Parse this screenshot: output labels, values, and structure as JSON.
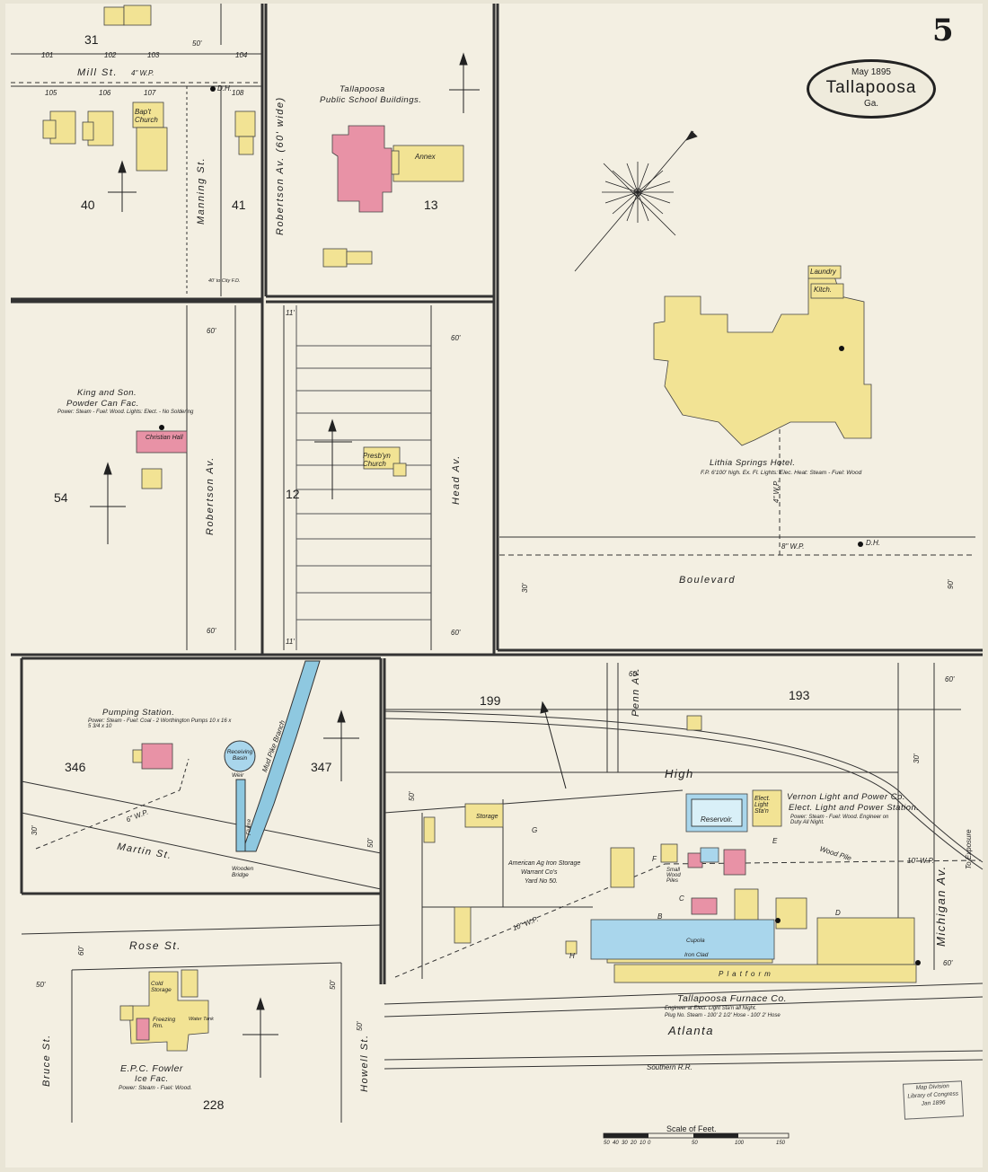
{
  "sheet": {
    "page_number": "5",
    "date": "May 1895",
    "city": "Tallapoosa",
    "state": "Ga.",
    "scale_title": "Scale of Feet.",
    "scale_ticks": [
      "50",
      "40",
      "30",
      "20",
      "10",
      "0",
      "50",
      "100",
      "150"
    ],
    "stamp": [
      "Map Division",
      "Library of Congress",
      "Jan 1896"
    ],
    "colors": {
      "paper": "#e9e5d6",
      "frame_dwelling": "#f2e394",
      "brick": "#e892a6",
      "stone_or_fireproof": "#a9d6ec",
      "water": "#8ec8e0",
      "ink": "#1e1e1e"
    },
    "icons": [
      "north-arrow-icon",
      "compass-rose-icon"
    ]
  },
  "streets": {
    "mill": "Mill St.",
    "manning": "Manning St.",
    "robertson_top": "Robertson Av. (60' wide)",
    "robertson_mid": "Robertson Av.",
    "head": "Head Av.",
    "boulevard": "Boulevard",
    "martin": "Martin St.",
    "penn": "Penn Av.",
    "high": "High",
    "michigan": "Michigan Av.",
    "rose": "Rose St.",
    "bruce": "Bruce St.",
    "howell": "Howell St.",
    "atlanta": "Atlanta",
    "southern_rr": "Southern R.R.",
    "to_exposure": "To Exposure"
  },
  "blocks": [
    "31",
    "40",
    "41",
    "13",
    "54",
    "12",
    "346",
    "347",
    "199",
    "193",
    "228"
  ],
  "lot_numbers": [
    "101",
    "102",
    "103",
    "104",
    "105",
    "106",
    "107",
    "108"
  ],
  "buildings": {
    "school_title": "Tallapoosa",
    "school_subtitle": "Public School Buildings.",
    "school_annex": "Annex",
    "baptist_church": "Bap't Church",
    "presbyterian_church": "Presb'yn Church",
    "hotel": "Lithia Springs Hotel.",
    "hotel_note": "F.P. 6'100' high. Ex. Fl. Lights: Elec. Heat: Steam - Fuel: Wood",
    "hotel_laundry": "Laundry",
    "hotel_kitchen": "Kitch.",
    "king_son_title": "King and Son.",
    "king_son_sub": "Powder Can Fac.",
    "king_son_note": "Power: Steam - Fuel: Wood. Lights: Elect. - No Soldering",
    "christian_hall": "Christian Hall",
    "pumping_station": "Pumping Station.",
    "pumping_note": "Power: Steam - Fuel: Coal - 2 Worthington Pumps 10 x 16 x 5 3/4 x 10",
    "receiving_basin": "Receiving Basin",
    "weir": "Weir",
    "flume": "Flume",
    "wooden_bridge": "Wooden Bridge",
    "creek": "Mud Pike Branch",
    "vernon_title": "Vernon Light and Power Co.",
    "vernon_sub": "Elect. Light and Power Station.",
    "vernon_note": "Power: Steam - Fuel: Wood. Engineer on Duty All Night.",
    "elect_light": "Elect. Light Sta'n",
    "reservoir": "Reservoir.",
    "am_ag_iron_1": "American Ag Iron Storage",
    "am_ag_iron_2": "Warrant Co's",
    "am_ag_iron_3": "Yard No 50.",
    "storage": "Storage",
    "small_wood_piles": "Small Wood Piles",
    "wood_pile": "Wood Pile",
    "furnace_title": "Tallapoosa Furnace Co.",
    "furnace_note1": "Engineer at Elect. Light Sta'n all Night.",
    "furnace_note2": "Plug No. Steam - 100' 2 1/2' Hose - 100' 2' Hose",
    "cupola": "Cupola",
    "iron_clad": "Iron Clad",
    "platform": "Platform",
    "ice_title": "E.P.C. Fowler",
    "ice_sub": "Ice Fac.",
    "ice_note": "Power: Steam - Fuel: Wood.",
    "cold_storage": "Cold Storage",
    "freezing_rm": "Freezing Rm.",
    "water_tank": "Water Tank",
    "city_fd": "40' to City F.D."
  },
  "dimensions": {
    "d50": "50'",
    "d60": "60'",
    "d30": "30'",
    "d90": "90'",
    "d11": "11'"
  },
  "pipes": {
    "four_w_p": "4\" W.P.",
    "six_w_p": "6\" W.P.",
    "eight_w_p": "8\" W.P.",
    "ten_w_p": "10\" W.P."
  },
  "markers": [
    "D.H.",
    "B",
    "C",
    "D",
    "E",
    "F",
    "G",
    "H"
  ]
}
